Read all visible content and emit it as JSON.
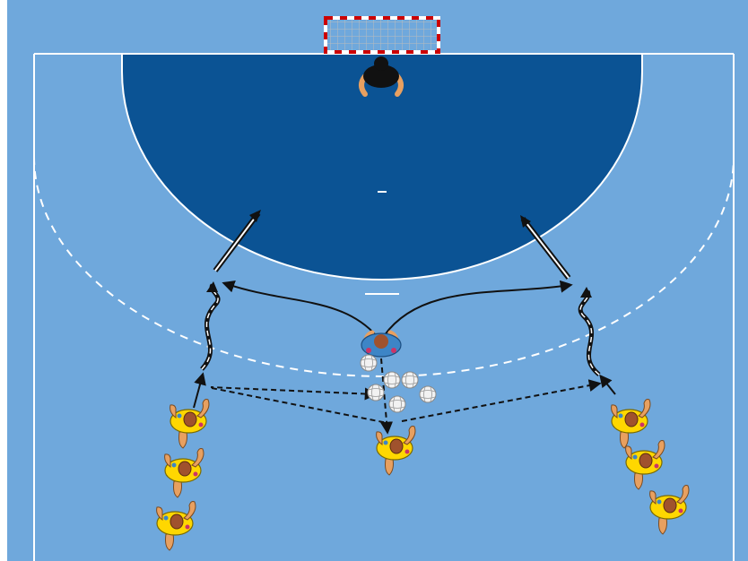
{
  "diagram": {
    "kind": "handball-drill",
    "colors": {
      "court": "#6fa8dc",
      "goal_area": "#0b5394",
      "lines": "#ffffff",
      "goal_post_red": "#cc0000",
      "attacker_shirt": "#ffd700",
      "attacker_skin": "#e8a060",
      "defender_shirt": "#3d85c6",
      "goalkeeper_shirt": "#111111",
      "ball": "#f2f2f2",
      "arrow": "#111111"
    },
    "elements": {
      "goal": "handball-goal",
      "goalkeeper": "goalkeeper",
      "coach": "coach-with-balls",
      "attackers_left": [
        "attacker-left-1",
        "attacker-left-2",
        "attacker-left-3"
      ],
      "attacker_center": "attacker-center",
      "attackers_right": [
        "attacker-right-1",
        "attacker-right-2",
        "attacker-right-3"
      ],
      "ball_count": 6
    },
    "icons": {
      "player": "player-topdown-icon",
      "ball": "handball-icon",
      "arrow_solid": "solid-arrow",
      "arrow_dashed": "dashed-arrow",
      "arrow_double": "double-line-arrow"
    }
  }
}
